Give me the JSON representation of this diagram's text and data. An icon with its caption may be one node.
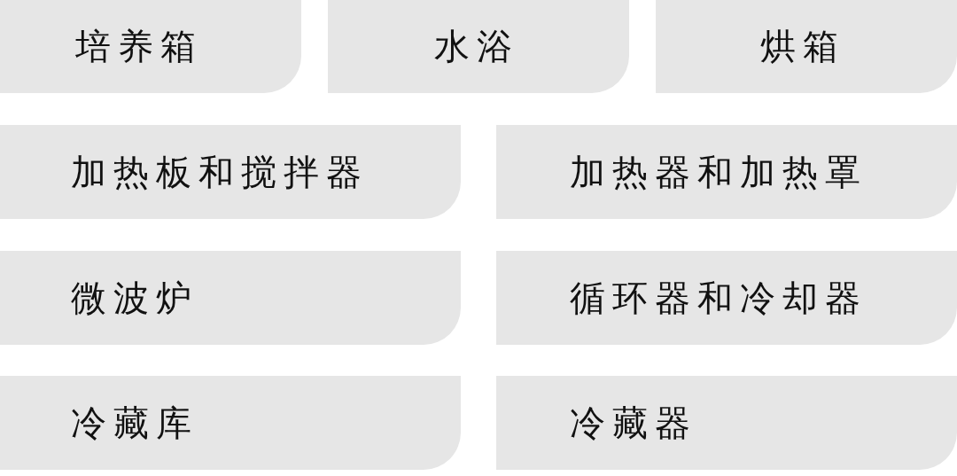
{
  "diagram": {
    "nodes": [
      {
        "text": [
          "培养箱"
        ]
      },
      {
        "text": [
          "水浴"
        ]
      },
      {
        "text": [
          "烘箱"
        ]
      },
      {
        "text": [
          "加热板和搅拌器"
        ]
      },
      {
        "text": [
          "加热器和加热罩"
        ]
      },
      {
        "text": [
          "微波炉"
        ]
      },
      {
        "text": [
          "循环器和冷却器"
        ]
      },
      {
        "text": [
          "冷藏库"
        ]
      },
      {
        "text": [
          "冷藏器"
        ]
      }
    ]
  }
}
